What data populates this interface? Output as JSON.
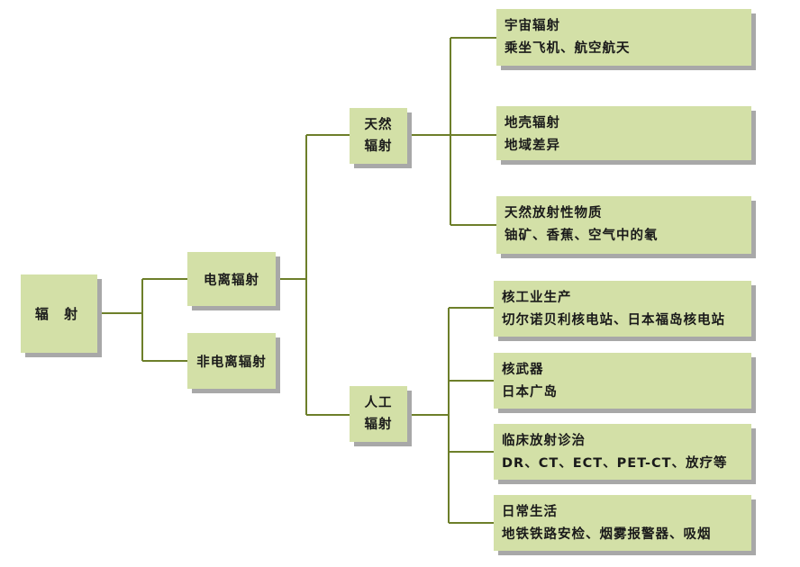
{
  "root": {
    "label": "辐 射"
  },
  "level1": {
    "ionizing": "电离辐射",
    "non_ionizing": "非电离辐射"
  },
  "level2": {
    "natural": {
      "line1": "天然",
      "line2": "辐射"
    },
    "artificial": {
      "line1": "人工",
      "line2": "辐射"
    }
  },
  "natural_sources": [
    {
      "title": "宇宙辐射",
      "detail": "乘坐飞机、航空航天"
    },
    {
      "title": "地壳辐射",
      "detail": "地域差异"
    },
    {
      "title": "天然放射性物质",
      "detail": "铀矿、香蕉、空气中的氡"
    }
  ],
  "artificial_sources": [
    {
      "title": "核工业生产",
      "detail": "切尔诺贝利核电站、日本福岛核电站"
    },
    {
      "title": "核武器",
      "detail": "日本广岛"
    },
    {
      "title": "临床放射诊治",
      "detail": "DR、CT、ECT、PET-CT、放疗等"
    },
    {
      "title": "日常生活",
      "detail": "地铁铁路安检、烟雾报警器、吸烟"
    }
  ],
  "colors": {
    "box_fill": "#d3e0a7",
    "box_shadow": "#a8a8a8",
    "connector": "#6d7f2a",
    "text": "#1a1a1a"
  }
}
